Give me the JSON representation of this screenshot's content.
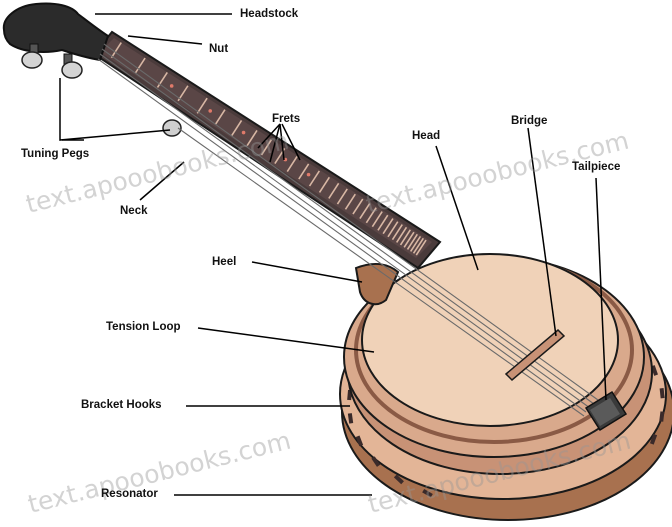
{
  "labels": {
    "headstock": "Headstock",
    "nut": "Nut",
    "frets": "Frets",
    "tuning_pegs": "Tuning Pegs",
    "neck": "Neck",
    "head": "Head",
    "bridge": "Bridge",
    "tailpiece": "Tailpiece",
    "heel": "Heel",
    "tension_loop": "Tension Loop",
    "bracket_hooks": "Bracket Hooks",
    "resonator": "Resonator"
  },
  "watermark": "text.apooobooks.com",
  "colors": {
    "headstock": "#2b2b2b",
    "neck": "#4a3b3b",
    "frets": "#d8b7a4",
    "fret_markers": "#e07a6a",
    "head_skin": "#f0d2b8",
    "rim": "#c89276",
    "resonator": "#a8714f",
    "outline": "#1a1a1a",
    "strings": "#6a6a6a",
    "bracket_slots": "#3a2a2a"
  }
}
